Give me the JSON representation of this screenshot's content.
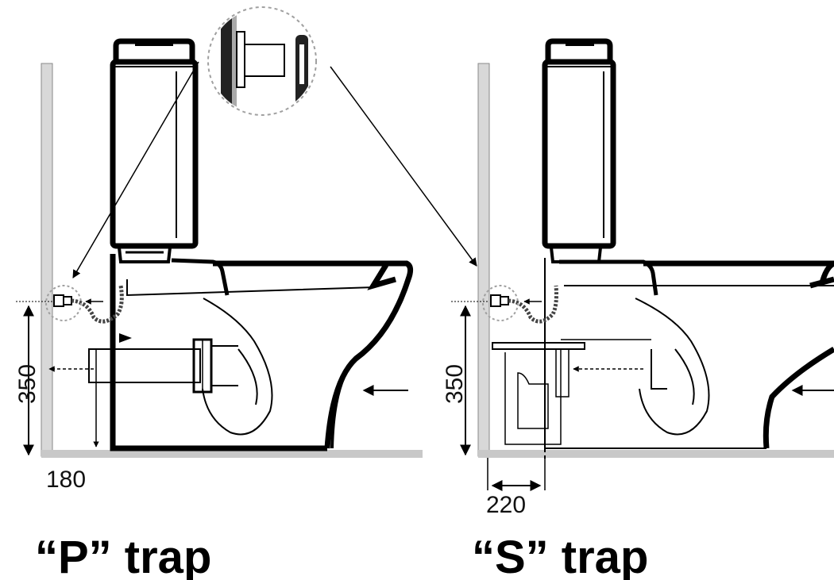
{
  "p_trap": {
    "title": "“P” trap",
    "height_dim": "350",
    "offset_dim": "180"
  },
  "s_trap": {
    "title": "“S” trap",
    "height_dim": "350",
    "offset_dim": "220"
  },
  "colors": {
    "line": "#000000",
    "floor": "#c8c8c8",
    "wall": "#d8d8d8",
    "hose": "#444444",
    "detail_circle": "#a0a0a0"
  }
}
